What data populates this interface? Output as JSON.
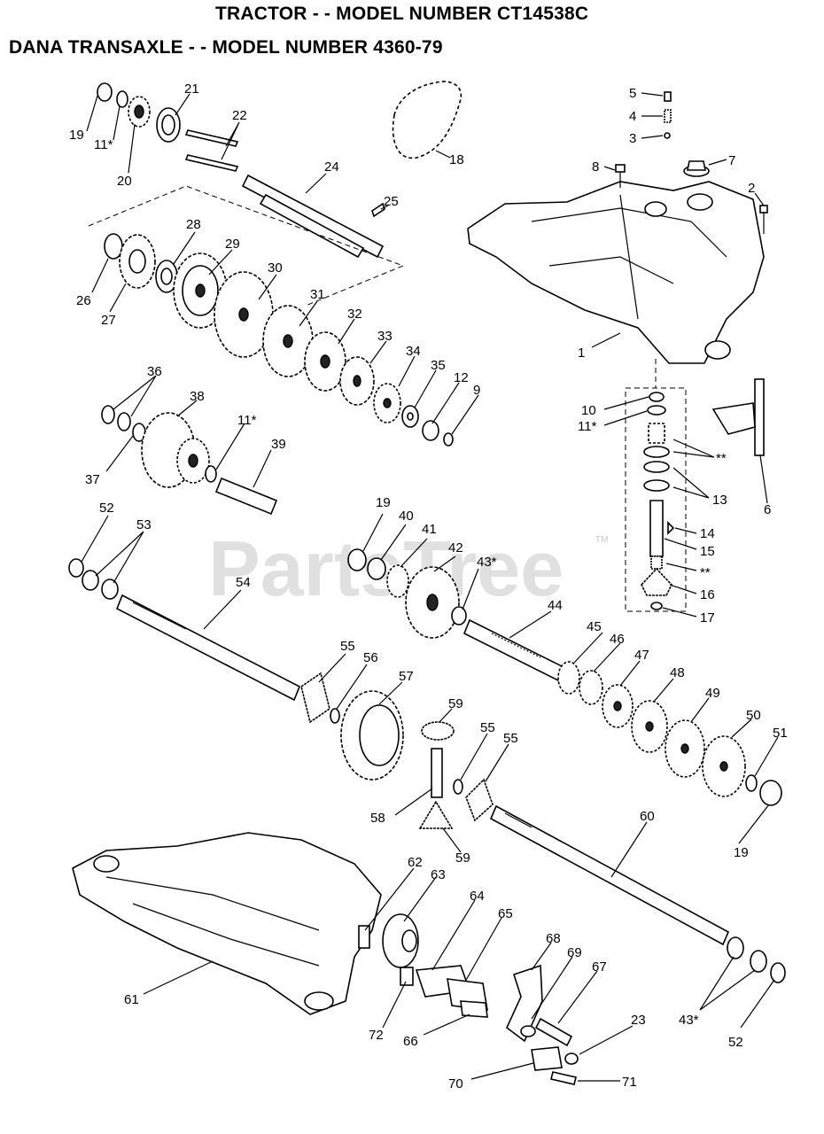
{
  "header": {
    "title_line1": "TRACTOR - - MODEL NUMBER CT14538C",
    "title_line2": "DANA TRANSAXLE - - MODEL NUMBER 4360-79"
  },
  "watermark": {
    "text": "PartsTree",
    "trademark": "TM"
  },
  "callouts": [
    "19",
    "11*",
    "20",
    "21",
    "22",
    "18",
    "24",
    "25",
    "5",
    "4",
    "3",
    "7",
    "8",
    "2",
    "26",
    "27",
    "28",
    "29",
    "30",
    "31",
    "32",
    "33",
    "34",
    "35",
    "12",
    "9",
    "1",
    "36",
    "38",
    "37",
    "11*",
    "39",
    "10",
    "11*",
    "**",
    "13",
    "6",
    "52",
    "53",
    "54",
    "19",
    "40",
    "41",
    "42",
    "43*",
    "44",
    "14",
    "15",
    "**",
    "16",
    "17",
    "55",
    "56",
    "57",
    "59",
    "45",
    "46",
    "47",
    "48",
    "49",
    "50",
    "51",
    "55",
    "55",
    "58",
    "59",
    "60",
    "19",
    "62",
    "63",
    "64",
    "65",
    "68",
    "69",
    "67",
    "61",
    "72",
    "66",
    "23",
    "43*",
    "52",
    "70",
    "71"
  ]
}
